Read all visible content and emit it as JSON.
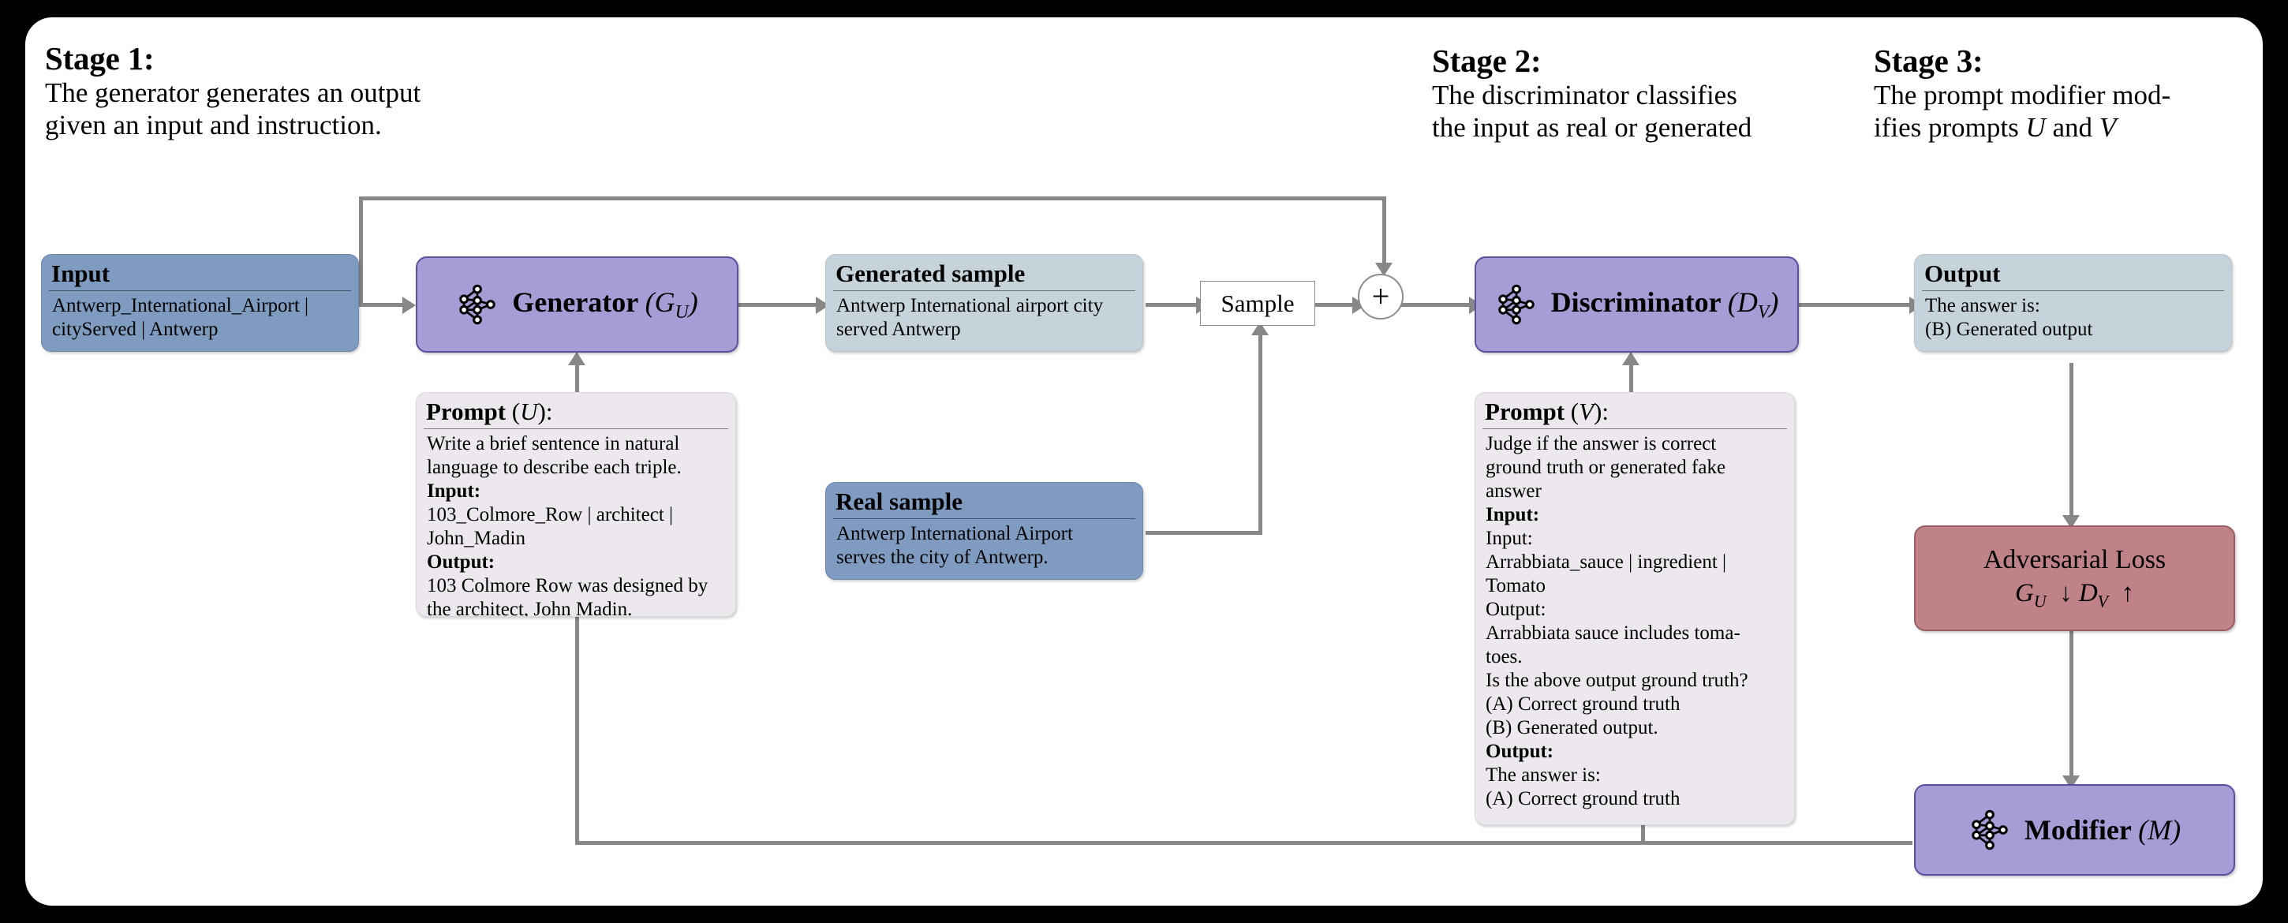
{
  "figure": {
    "background": "#000000",
    "panel_color": "#ffffff",
    "colors": {
      "blue_box": "#7f9bc0",
      "light_blue_box": "#c7d3da",
      "lavender_box": "#ece8ee",
      "node_purple": "#a79dd6",
      "node_border": "#5b4f9e",
      "loss_red": "#bf8288",
      "connector_gray": "#878787"
    }
  },
  "stages": [
    {
      "title": "Stage 1:",
      "description_lines": [
        "The generator generates an output",
        "given an input and instruction."
      ]
    },
    {
      "title": "Stage 2:",
      "description_lines": [
        "The discriminator classifies",
        "the input as real or generated"
      ]
    },
    {
      "title": "Stage 3:",
      "description_lines": [
        "The prompt modifier mod-",
        "ifies prompts U and V"
      ]
    }
  ],
  "boxes": {
    "input": {
      "header": "Input",
      "body_lines": [
        "Antwerp_International_Airport |",
        "cityServed | Antwerp"
      ]
    },
    "generated_sample": {
      "header": "Generated sample",
      "body_lines": [
        "Antwerp International airport city",
        "served Antwerp"
      ]
    },
    "real_sample": {
      "header": "Real sample",
      "body_lines": [
        "Antwerp International Airport",
        "serves the city of Antwerp."
      ]
    },
    "output": {
      "header": "Output",
      "body_lines": [
        "The answer is:",
        "(B) Generated output"
      ]
    },
    "prompt_u": {
      "header_text": "Prompt",
      "header_var": "U",
      "header_suffix": ":",
      "lines": [
        {
          "text": "Write a brief sentence in natural",
          "bold": false
        },
        {
          "text": "language to describe each triple.",
          "bold": false
        },
        {
          "text": "Input:",
          "bold": true
        },
        {
          "text": "103_Colmore_Row | architect |",
          "bold": false
        },
        {
          "text": "John_Madin",
          "bold": false
        },
        {
          "text": "Output:",
          "bold": true
        },
        {
          "text": "103 Colmore Row was designed by",
          "bold": false
        },
        {
          "text": "the architect, John Madin.",
          "bold": false
        }
      ]
    },
    "prompt_v": {
      "header_text": "Prompt",
      "header_var": "V",
      "header_suffix": ":",
      "lines": [
        {
          "text": "Judge if the answer is correct",
          "bold": false
        },
        {
          "text": "ground truth or generated fake",
          "bold": false
        },
        {
          "text": "answer",
          "bold": false
        },
        {
          "text": "Input:",
          "bold": true
        },
        {
          "text": "Input:",
          "bold": false
        },
        {
          "text": "Arrabbiata_sauce | ingredient |",
          "bold": false
        },
        {
          "text": "Tomato",
          "bold": false
        },
        {
          "text": "Output:",
          "bold": false
        },
        {
          "text": "Arrabbiata sauce includes toma-",
          "bold": false
        },
        {
          "text": "toes.",
          "bold": false
        },
        {
          "text": "Is the above output ground truth?",
          "bold": false
        },
        {
          "text": "(A) Correct ground truth",
          "bold": false
        },
        {
          "text": "(B) Generated output.",
          "bold": false
        },
        {
          "text": "Output:",
          "bold": true
        },
        {
          "text": "The answer is:",
          "bold": false
        },
        {
          "text": "(A) Correct ground truth",
          "bold": false
        }
      ]
    }
  },
  "nodes": {
    "generator": {
      "label": "Generator",
      "symbol": "G",
      "subscript": "U",
      "icon": "neural-network-icon"
    },
    "discriminator": {
      "label": "Discriminator",
      "symbol": "D",
      "subscript": "V",
      "icon": "neural-network-icon"
    },
    "modifier": {
      "label": "Modifier",
      "symbol": "M",
      "subscript": "",
      "icon": "neural-network-icon"
    }
  },
  "loss": {
    "title": "Adversarial Loss",
    "formula_g": "G",
    "formula_g_sub": "U",
    "formula_arrow_down": "↓",
    "formula_d": "D",
    "formula_d_sub": "V",
    "formula_arrow_up": "↑"
  },
  "sample_junction": {
    "sample_label": "Sample",
    "plus_label": "+"
  }
}
